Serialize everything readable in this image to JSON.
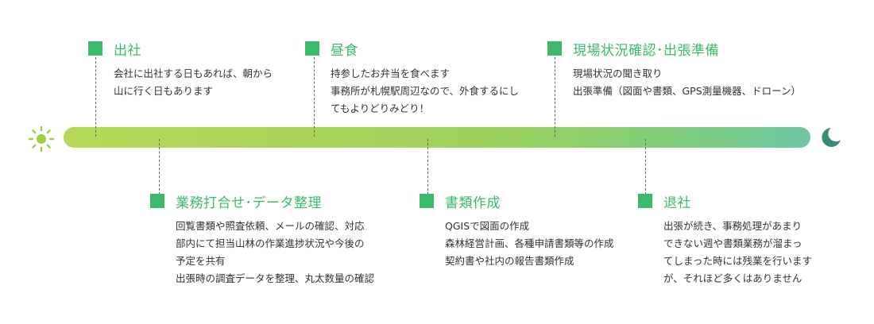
{
  "colors": {
    "accent": "#3cba6c",
    "bar_start": "#b7d85a",
    "bar_end": "#6fc7a4",
    "sun": "#9fcf3d",
    "moon": "#3a8a7a"
  },
  "icons": {
    "start": "sun-icon",
    "end": "moon-icon"
  },
  "events": [
    {
      "title": "出社",
      "lines": [
        "会社に出社する日もあれば、朝から",
        "山に行く日もあります"
      ]
    },
    {
      "title": "業務打合せ･データ整理",
      "lines": [
        "回覧書類や照査依頼、メールの確認、対応",
        "部内にて担当山林の作業進捗状況や今後の",
        "予定を共有",
        "出張時の調査データを整理、丸太数量の確認"
      ]
    },
    {
      "title": "昼食",
      "lines": [
        "持参したお弁当を食べます",
        "事務所が札幌駅周辺なので、外食するにし",
        "てもよりどりみどり！"
      ]
    },
    {
      "title": "書類作成",
      "lines": [
        "QGISで図面の作成",
        "森林経営計画、各種申請書類等の作成",
        "契約書や社内の報告書類作成"
      ]
    },
    {
      "title": "現場状況確認･出張準備",
      "lines": [
        "現場状況の聞き取り",
        "出張準備（図面や書類、GPS測量機器、ドローン）"
      ]
    },
    {
      "title": "退社",
      "lines": [
        "出張が続き、事務処理があまり",
        "できない週や書類業務が溜まっ",
        "てしまった時には残業を行います",
        "が、それほど多くはありません"
      ]
    }
  ]
}
